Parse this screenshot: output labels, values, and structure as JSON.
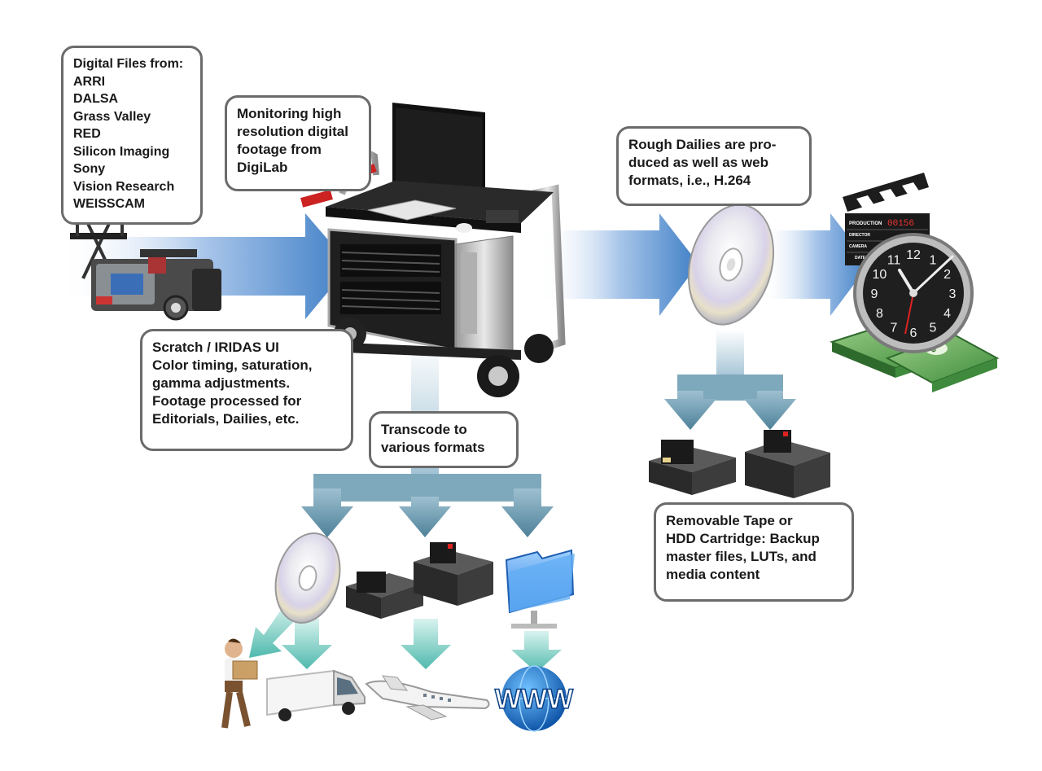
{
  "callouts": {
    "sources": {
      "lines": [
        "Digital Files from:",
        "ARRI",
        "DALSA",
        "Grass Valley",
        "RED",
        "Silicon Imaging",
        "Sony",
        "Vision Research",
        "WEISSCAM"
      ]
    },
    "monitoring": {
      "lines": [
        "Monitoring high",
        "resolution digital",
        "footage from",
        "DigiLab"
      ]
    },
    "dailies": {
      "lines": [
        "Rough Dailies are pro-",
        "duced as well as web",
        "formats, i.e., H.264"
      ]
    },
    "scratch": {
      "lines": [
        "Scratch / IRIDAS UI",
        "Color timing, saturation,",
        "gamma adjustments.",
        "Footage processed for",
        "Editorials, Dailies, etc."
      ]
    },
    "transcode": {
      "lines": [
        "Transcode to",
        "various formats"
      ]
    },
    "removable": {
      "lines": [
        "Removable Tape or",
        "HDD Cartridge: Backup",
        "master files, LUTs, and",
        "media content"
      ]
    }
  },
  "clapperboard": {
    "production_label": "PRODUCTION",
    "production_number": "00156",
    "director_label": "DIRECTOR",
    "camera_label": "CAMERA",
    "date_label": "DATE"
  },
  "clock": {
    "numbers": [
      "12",
      "1",
      "2",
      "3",
      "4",
      "5",
      "6",
      "7",
      "8",
      "9",
      "10",
      "11"
    ]
  },
  "web_globe": {
    "text": "WWW"
  },
  "colors": {
    "flow_arrow": "#3f7fc6",
    "branch_arrow": "#5e8fa6",
    "delivery_arrow": "#5fbfb4",
    "callout_border": "#6b6b6b"
  },
  "icons": [
    "camera-icon",
    "directors-chair-icon",
    "workstation-cart-icon",
    "disc-icon",
    "clapperboard-icon",
    "clock-icon",
    "money-icon",
    "tape-drive-icon",
    "hdd-drive-icon",
    "folder-icon",
    "courier-person-icon",
    "truck-icon",
    "airplane-icon",
    "globe-icon"
  ]
}
